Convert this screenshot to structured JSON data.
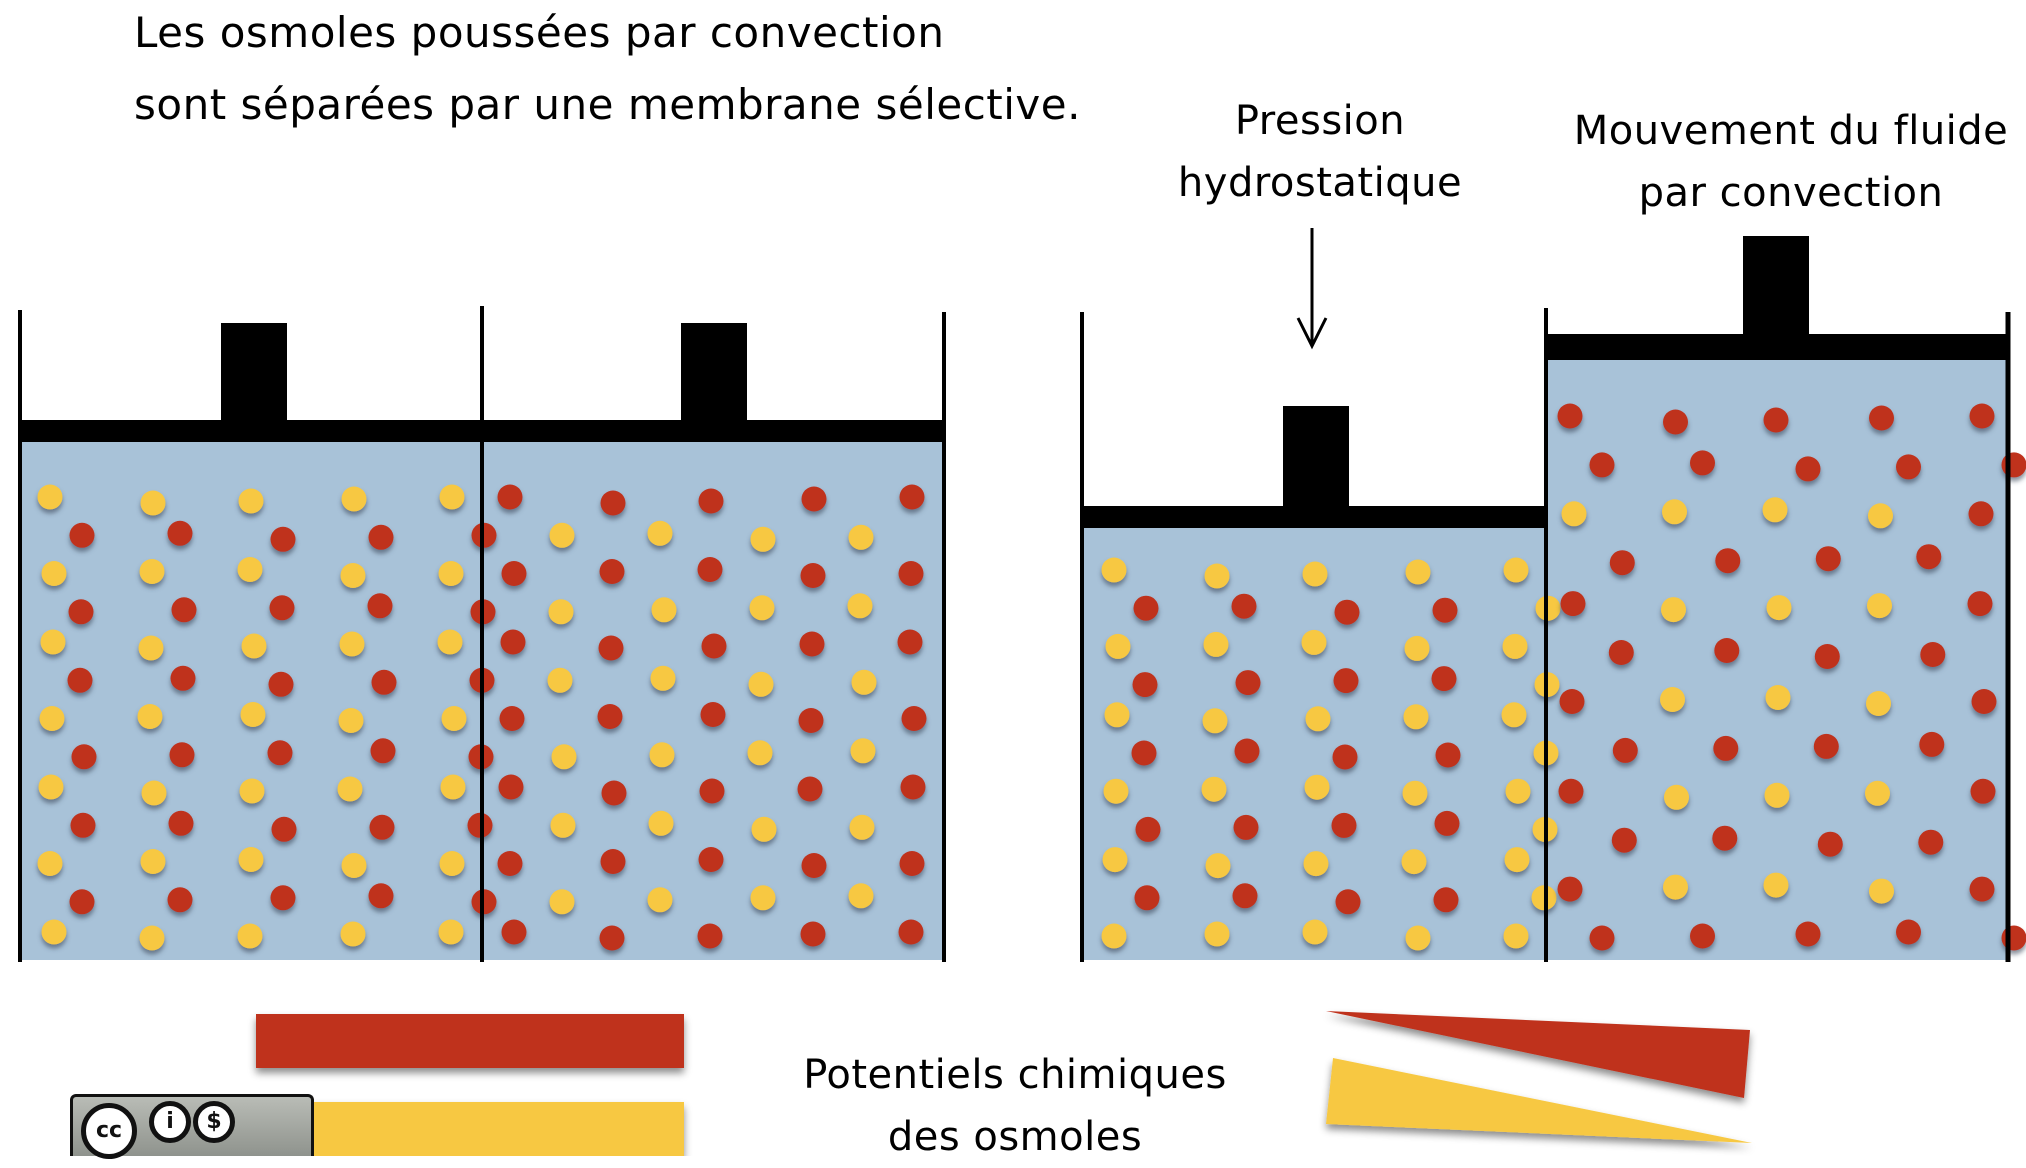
{
  "title": {
    "line1": "Les osmoles poussées par convection",
    "line2": "sont séparées par une membrane sélective."
  },
  "labels": {
    "pression": "Pression hydrostatique",
    "mouvement": "Mouvement du fluide par convection",
    "potentiels": "Potentiels chimiques des osmoles"
  },
  "colors": {
    "fluid": "#a8c2d8",
    "osmole_red": "#bf311c",
    "osmole_yellow": "#f7c843",
    "wall": "#000000",
    "background": "#ffffff"
  },
  "legend": {
    "license_badge": "CC BY-NC",
    "license_icons": [
      "cc-icon",
      "attribution-icon",
      "noncommercial-icon"
    ]
  },
  "panels": [
    {
      "name": "initial-state",
      "chambers": [
        {
          "name": "left-chamber",
          "piston_level": "equal",
          "rows": [
            "YYYYY",
            "RRRRR",
            "YYYYY",
            "RRRRR",
            "YYYYY",
            "RRRRR",
            "YYYYY",
            "RRRRR",
            "YYYYY",
            "RRRRR",
            "YYYYY",
            "RRRRR",
            "YYYYY"
          ]
        },
        {
          "name": "right-chamber",
          "piston_level": "equal",
          "rows": [
            "RRRRR",
            "YYYY",
            "RRRRR",
            "YYYY",
            "RRRRR",
            "YYYY",
            "RRRRR",
            "YYYY",
            "RRRRR",
            "YYYY",
            "RRRRR",
            "YYYY",
            "RRRRR"
          ]
        }
      ],
      "potential_gradient": "flat"
    },
    {
      "name": "after-convection",
      "chambers": [
        {
          "name": "left-chamber",
          "piston_level": "low",
          "rows": [
            "YYYYY",
            "RRRRY",
            "YYYYY",
            "RRRRY",
            "YYYYY",
            "RRRRY",
            "YYYYY",
            "RRRRY",
            "YYYYY",
            "RRRRY",
            "YYYYY"
          ]
        },
        {
          "name": "right-chamber",
          "piston_level": "high",
          "rows": [
            "RRRRR",
            "RRRRR",
            "YYYYR",
            "RRRR",
            "RYYYR",
            "RRRR",
            "RYYYR",
            "RRRR",
            "RYYYR",
            "RRRR",
            "RYYYR",
            "RRRRR"
          ]
        }
      ],
      "potential_gradient": "wedge"
    }
  ]
}
